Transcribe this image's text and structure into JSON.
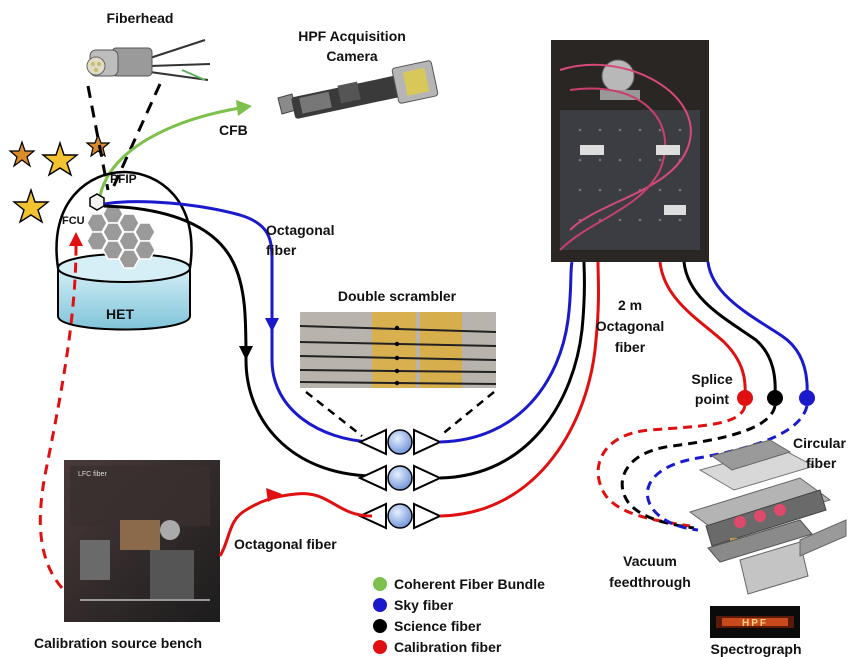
{
  "labels": {
    "fiberhead": "Fiberhead",
    "acq_line1": "HPF Acquisition",
    "acq_line2": "Camera",
    "cfb": "CFB",
    "pfip": "PFIP",
    "fcu": "FCU",
    "het": "HET",
    "octagonal_line1": "Octagonal",
    "octagonal_line2": "fiber",
    "double_scrambler": "Double scrambler",
    "two_m_line1": "2 m",
    "two_m_line2": "Octagonal",
    "two_m_line3": "fiber",
    "splice_line1": "Splice",
    "splice_line2": "point",
    "circular_line1": "Circular",
    "circular_line2": "fiber",
    "octagonal_fiber_calib": "Octagonal fiber",
    "vacuum_line1": "Vacuum",
    "vacuum_line2": "feedthrough",
    "calibration_bench": "Calibration source bench",
    "spectrograph": "Spectrograph",
    "lfc_fiber": "LFC fiber",
    "hpf_logo": "HPF"
  },
  "legend": [
    {
      "label": "Coherent Fiber Bundle",
      "color": "#7dc04b"
    },
    {
      "label": "Sky fiber",
      "color": "#1a1acc"
    },
    {
      "label": "Science fiber",
      "color": "#000000"
    },
    {
      "label": "Calibration fiber",
      "color": "#e01010"
    }
  ],
  "colors": {
    "cfb": "#7dc04b",
    "sky": "#1a1acc",
    "science": "#000000",
    "calibration": "#e01010",
    "het_tank": "#bfe3ee",
    "star": "#f2c230"
  }
}
